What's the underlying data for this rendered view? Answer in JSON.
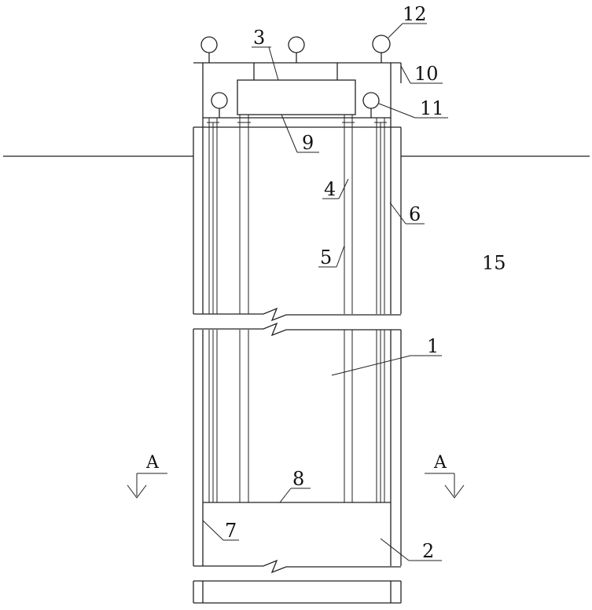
{
  "labels": {
    "n1": "1",
    "n2": "2",
    "n3": "3",
    "n4": "4",
    "n5": "5",
    "n6": "6",
    "n7": "7",
    "n8": "8",
    "n9": "9",
    "n10": "10",
    "n11": "11",
    "n12": "12",
    "n15": "15"
  },
  "section": {
    "left": "A",
    "right": "A"
  },
  "colors": {
    "line": "#222222",
    "background": "#ffffff"
  }
}
